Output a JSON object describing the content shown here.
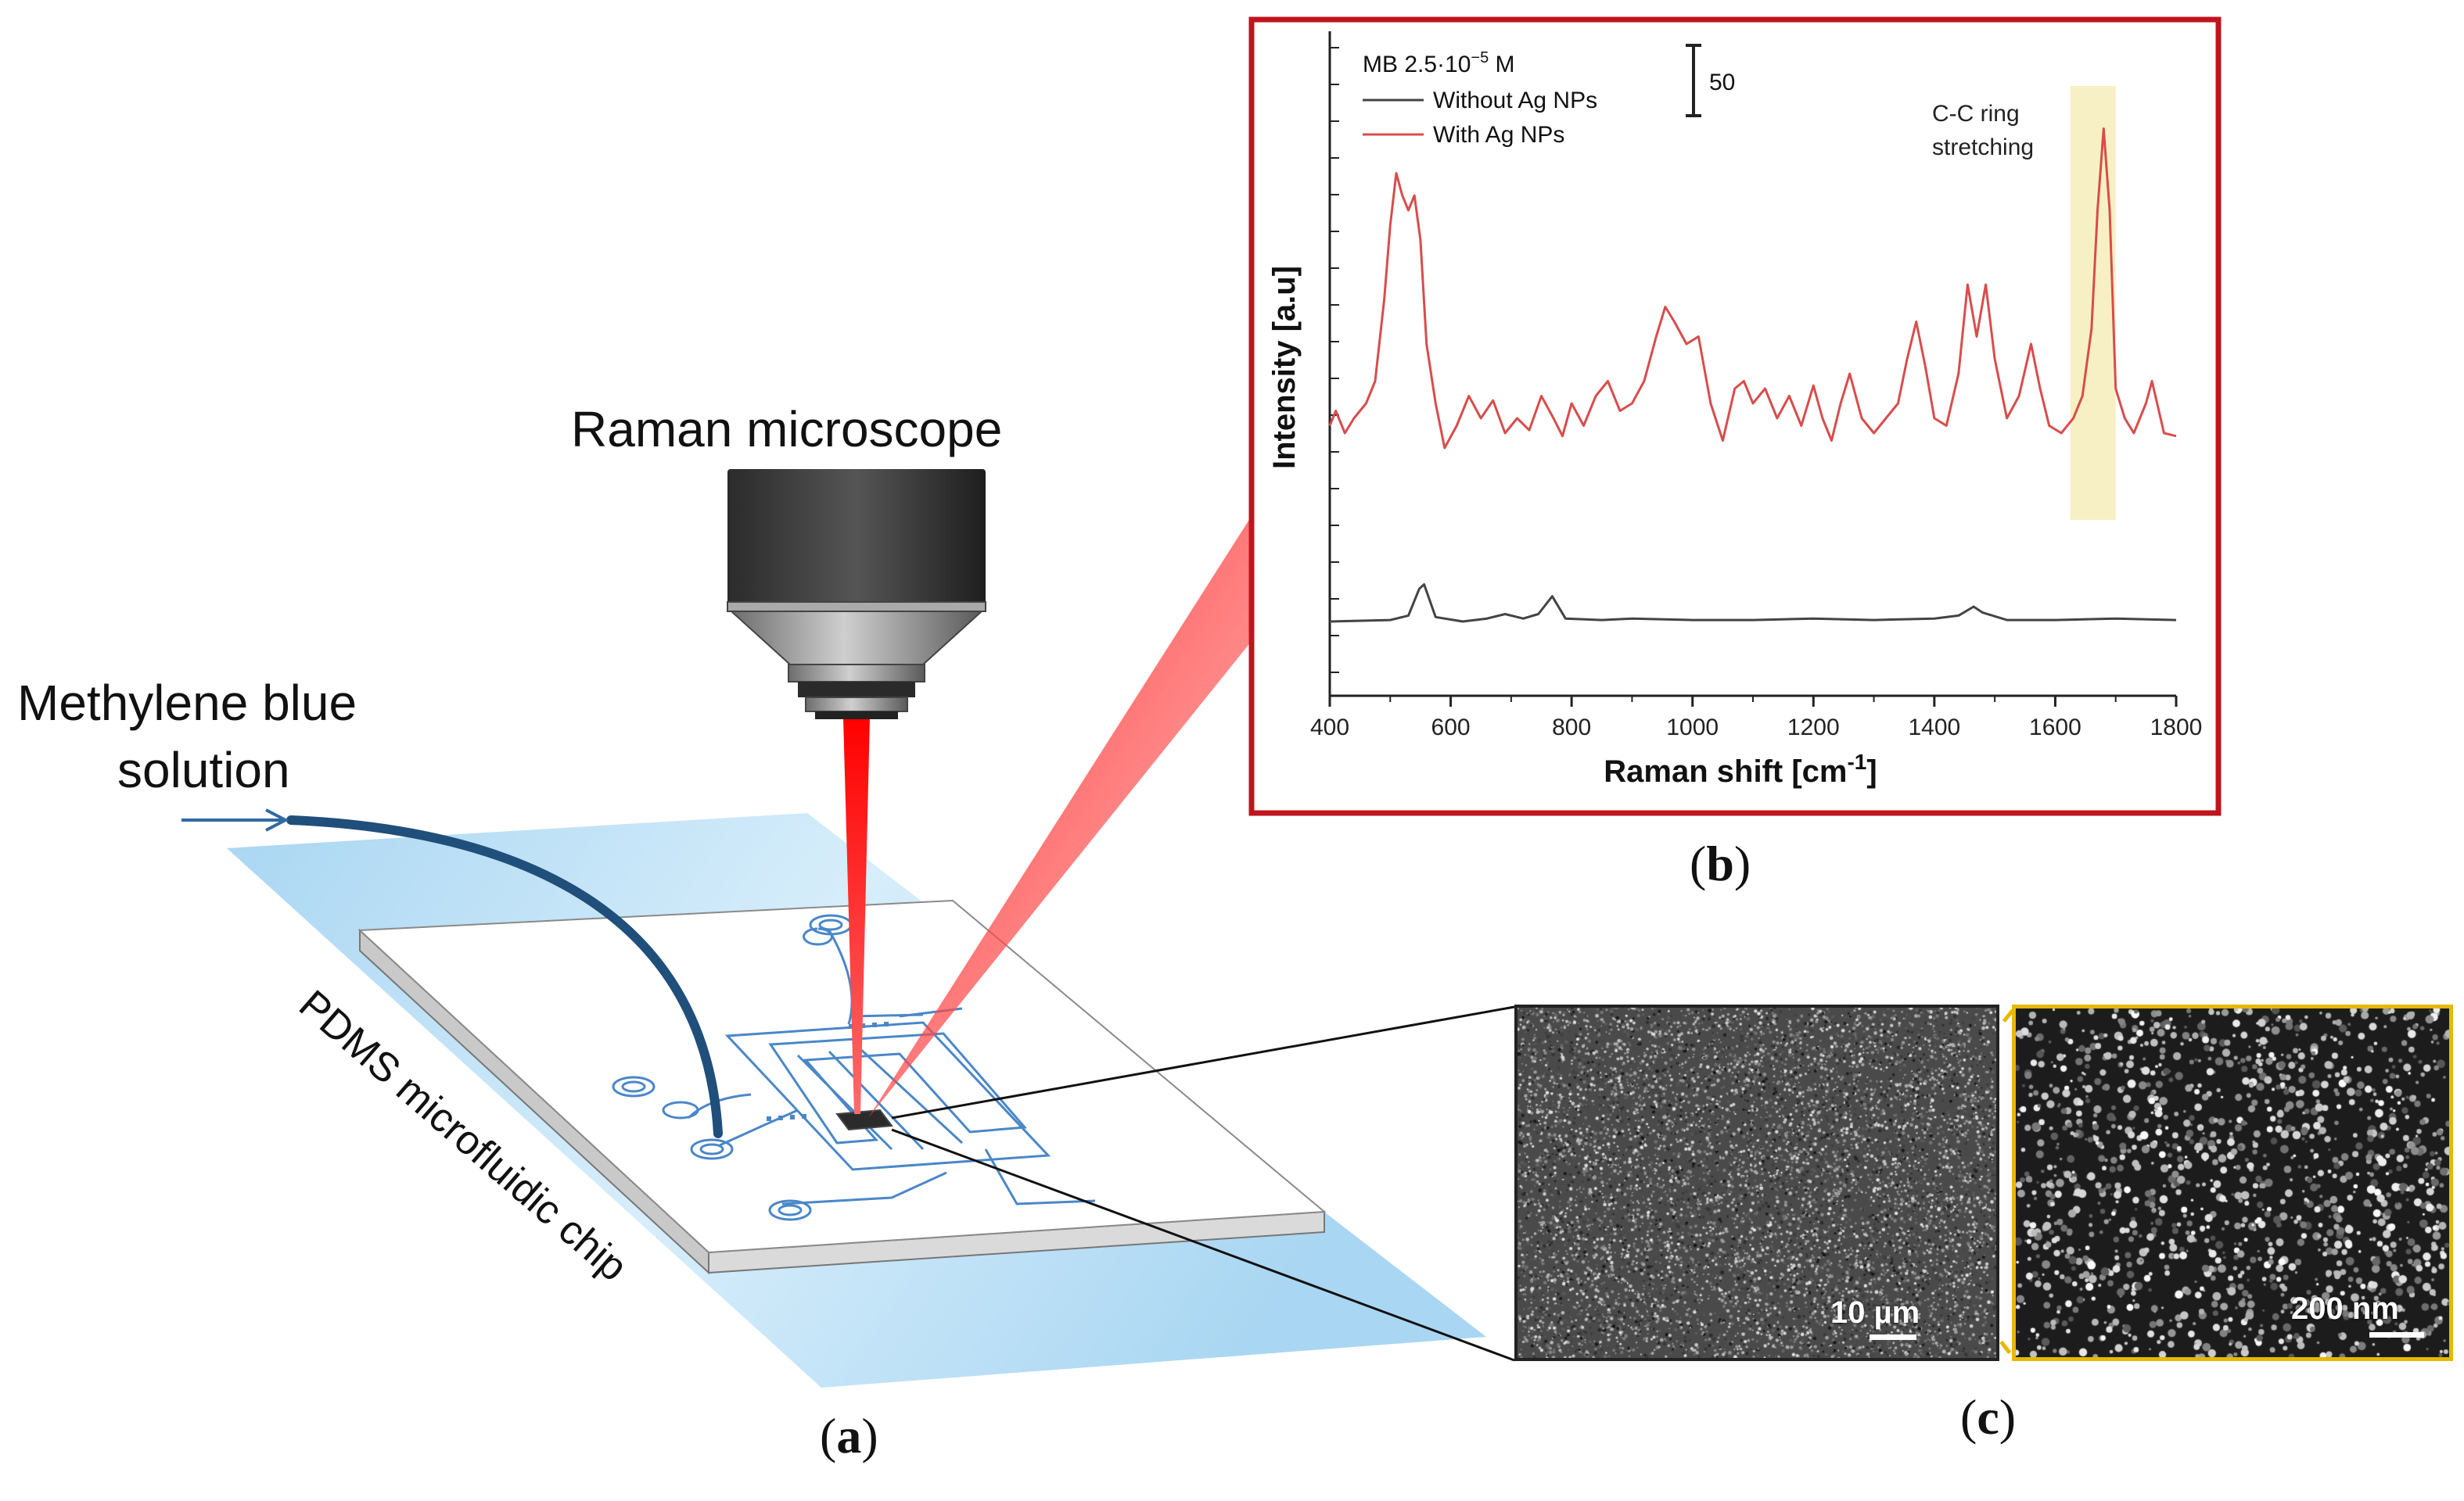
{
  "labels": {
    "raman_microscope": "Raman microscope",
    "methylene_line1": "Methylene blue",
    "methylene_line2": "solution",
    "pdms_chip": "PDMS microfluidic chip",
    "panel_a": "(a)",
    "panel_b": "(b)",
    "panel_c": "(c)",
    "panel_a_letter": "a",
    "panel_b_letter": "b",
    "panel_c_letter": "c"
  },
  "sem": {
    "left_scale": "10 µm",
    "right_scale": "200 nm"
  },
  "colors": {
    "chart_border": "#c0141e",
    "with_ag": "#d94c4c",
    "without_ag": "#444444",
    "highlight": "#f7f0c4",
    "channel": "#4a87c8",
    "water": "#bfe1f5",
    "tube": "#1f4f7a",
    "laser": "#ff1a1a",
    "sem_zoom": "#e6b800"
  },
  "chart_data": {
    "type": "line",
    "xlabel": "Raman shift [cm",
    "xlabel_sup": "-1",
    "xlabel_end": "]",
    "ylabel": "Intensity [a.u]",
    "xlim": [
      400,
      1800
    ],
    "xticks": [
      "400",
      "600",
      "800",
      "1000",
      "1200",
      "1400",
      "1600",
      "1800"
    ],
    "legend_title": "MB 2.5·10",
    "legend_title_sup": "−5",
    "legend_title_end": " M",
    "scale_bar_label": "50",
    "annotation_line1": "C-C ring",
    "annotation_line2": "stretching",
    "highlight_range": [
      1625,
      1700
    ],
    "series": [
      {
        "name": "Without Ag NPs",
        "x": [
          400,
          500,
          530,
          548,
          556,
          575,
          620,
          660,
          690,
          720,
          745,
          768,
          790,
          850,
          900,
          1000,
          1100,
          1200,
          1300,
          1400,
          1440,
          1465,
          1480,
          1520,
          1600,
          1700,
          1800
        ],
        "y": [
          0,
          1,
          4,
          22,
          25,
          3,
          0,
          2,
          5,
          2,
          5,
          17,
          2,
          1,
          2,
          1,
          1,
          2,
          1,
          2,
          4,
          10,
          6,
          1,
          1,
          2,
          1
        ]
      },
      {
        "name": "With Ag NPs",
        "x": [
          400,
          410,
          425,
          440,
          460,
          475,
          490,
          500,
          510,
          520,
          530,
          540,
          550,
          560,
          575,
          590,
          610,
          630,
          650,
          670,
          690,
          710,
          730,
          750,
          770,
          785,
          800,
          820,
          840,
          860,
          880,
          900,
          920,
          940,
          955,
          970,
          990,
          1010,
          1030,
          1050,
          1070,
          1085,
          1100,
          1120,
          1140,
          1160,
          1180,
          1200,
          1215,
          1230,
          1245,
          1260,
          1280,
          1300,
          1320,
          1340,
          1355,
          1370,
          1385,
          1400,
          1420,
          1440,
          1455,
          1470,
          1485,
          1500,
          1520,
          1540,
          1560,
          1575,
          1590,
          1610,
          1630,
          1645,
          1660,
          1670,
          1680,
          1690,
          1700,
          1715,
          1730,
          1750,
          1760,
          1780,
          1800
        ],
        "y": [
          145,
          155,
          140,
          150,
          160,
          175,
          230,
          280,
          315,
          300,
          290,
          300,
          270,
          200,
          160,
          130,
          145,
          165,
          150,
          162,
          140,
          150,
          142,
          165,
          150,
          138,
          160,
          145,
          165,
          175,
          155,
          160,
          175,
          205,
          225,
          215,
          200,
          205,
          160,
          135,
          170,
          175,
          160,
          170,
          150,
          165,
          145,
          172,
          150,
          135,
          160,
          180,
          150,
          140,
          150,
          160,
          190,
          215,
          185,
          150,
          145,
          180,
          240,
          205,
          240,
          190,
          150,
          165,
          200,
          170,
          145,
          140,
          150,
          165,
          210,
          290,
          345,
          290,
          170,
          150,
          140,
          160,
          175,
          140,
          138
        ]
      }
    ]
  }
}
